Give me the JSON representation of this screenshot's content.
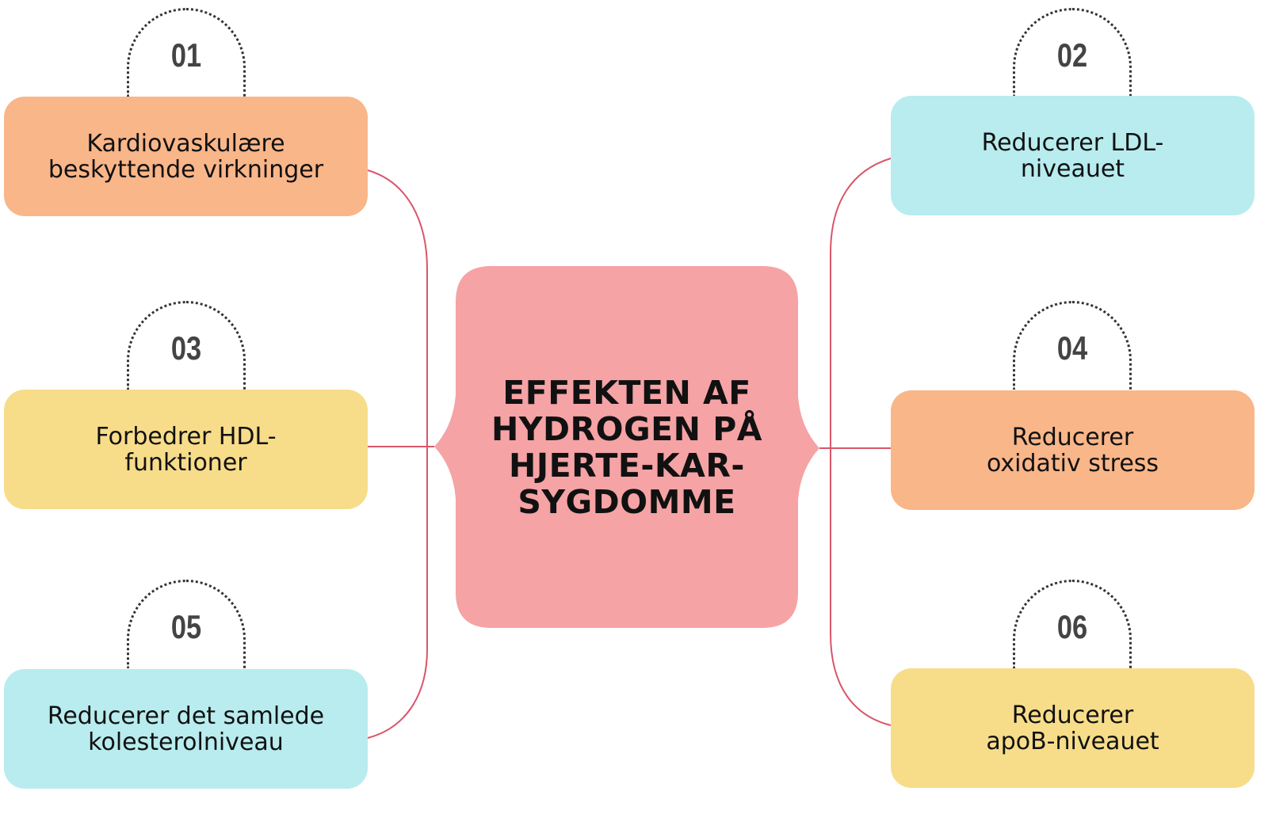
{
  "title": {
    "lines": [
      "EFFEKTEN AF",
      "HYDROGEN PÅ",
      "HJERTE-KAR-",
      "SYGDOMME"
    ]
  },
  "colors": {
    "center": "#F5A3A5",
    "connector": "#D9566A",
    "orange": "#F9B689",
    "cyan": "#B8ECEF",
    "yellow": "#F7DD8A",
    "number": "#444444"
  },
  "nodes": [
    {
      "number": "01",
      "lines": [
        "Kardiovaskulære",
        "beskyttende virkninger"
      ],
      "color": "orange"
    },
    {
      "number": "02",
      "lines": [
        "Reducerer LDL-",
        "niveauet"
      ],
      "color": "cyan"
    },
    {
      "number": "03",
      "lines": [
        "Forbedrer HDL-",
        "funktioner"
      ],
      "color": "yellow"
    },
    {
      "number": "04",
      "lines": [
        "Reducerer",
        "oxidativ stress"
      ],
      "color": "orange"
    },
    {
      "number": "05",
      "lines": [
        "Reducerer det samlede",
        "kolesterolniveau"
      ],
      "color": "cyan"
    },
    {
      "number": "06",
      "lines": [
        "Reducerer",
        "apoB-niveauet"
      ],
      "color": "yellow"
    }
  ]
}
